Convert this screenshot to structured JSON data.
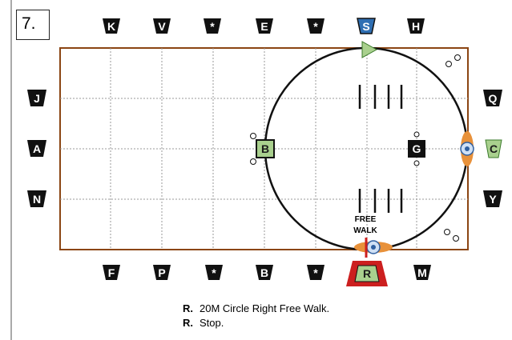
{
  "test_number": "7.",
  "markers": {
    "top": [
      "K",
      "V",
      "*",
      "E",
      "*",
      "S",
      "H"
    ],
    "bottom": [
      "F",
      "P",
      "*",
      "B",
      "*",
      "R",
      "M"
    ],
    "left": [
      "J",
      "A",
      "N"
    ],
    "right": [
      "Q",
      "C",
      "Y"
    ]
  },
  "arena_markers": {
    "left_center": "B",
    "right_center": "G",
    "right_outer": "C",
    "bottom_special": "R"
  },
  "annotations": {
    "free_walk_line1": "FREE",
    "free_walk_line2": "WALK"
  },
  "instructions": [
    {
      "letter": "R.",
      "text": "20M Circle Right Free Walk."
    },
    {
      "letter": "R.",
      "text": "Stop."
    }
  ],
  "colors": {
    "arena_border": "#8B4513",
    "marker_fill": "#111111",
    "s_marker": "#2f6fb3",
    "r_marker_border": "#cc1f1f",
    "green_marker": "#a9d08e",
    "grid_line": "#9a9a9a",
    "horse": "#e8913a"
  }
}
